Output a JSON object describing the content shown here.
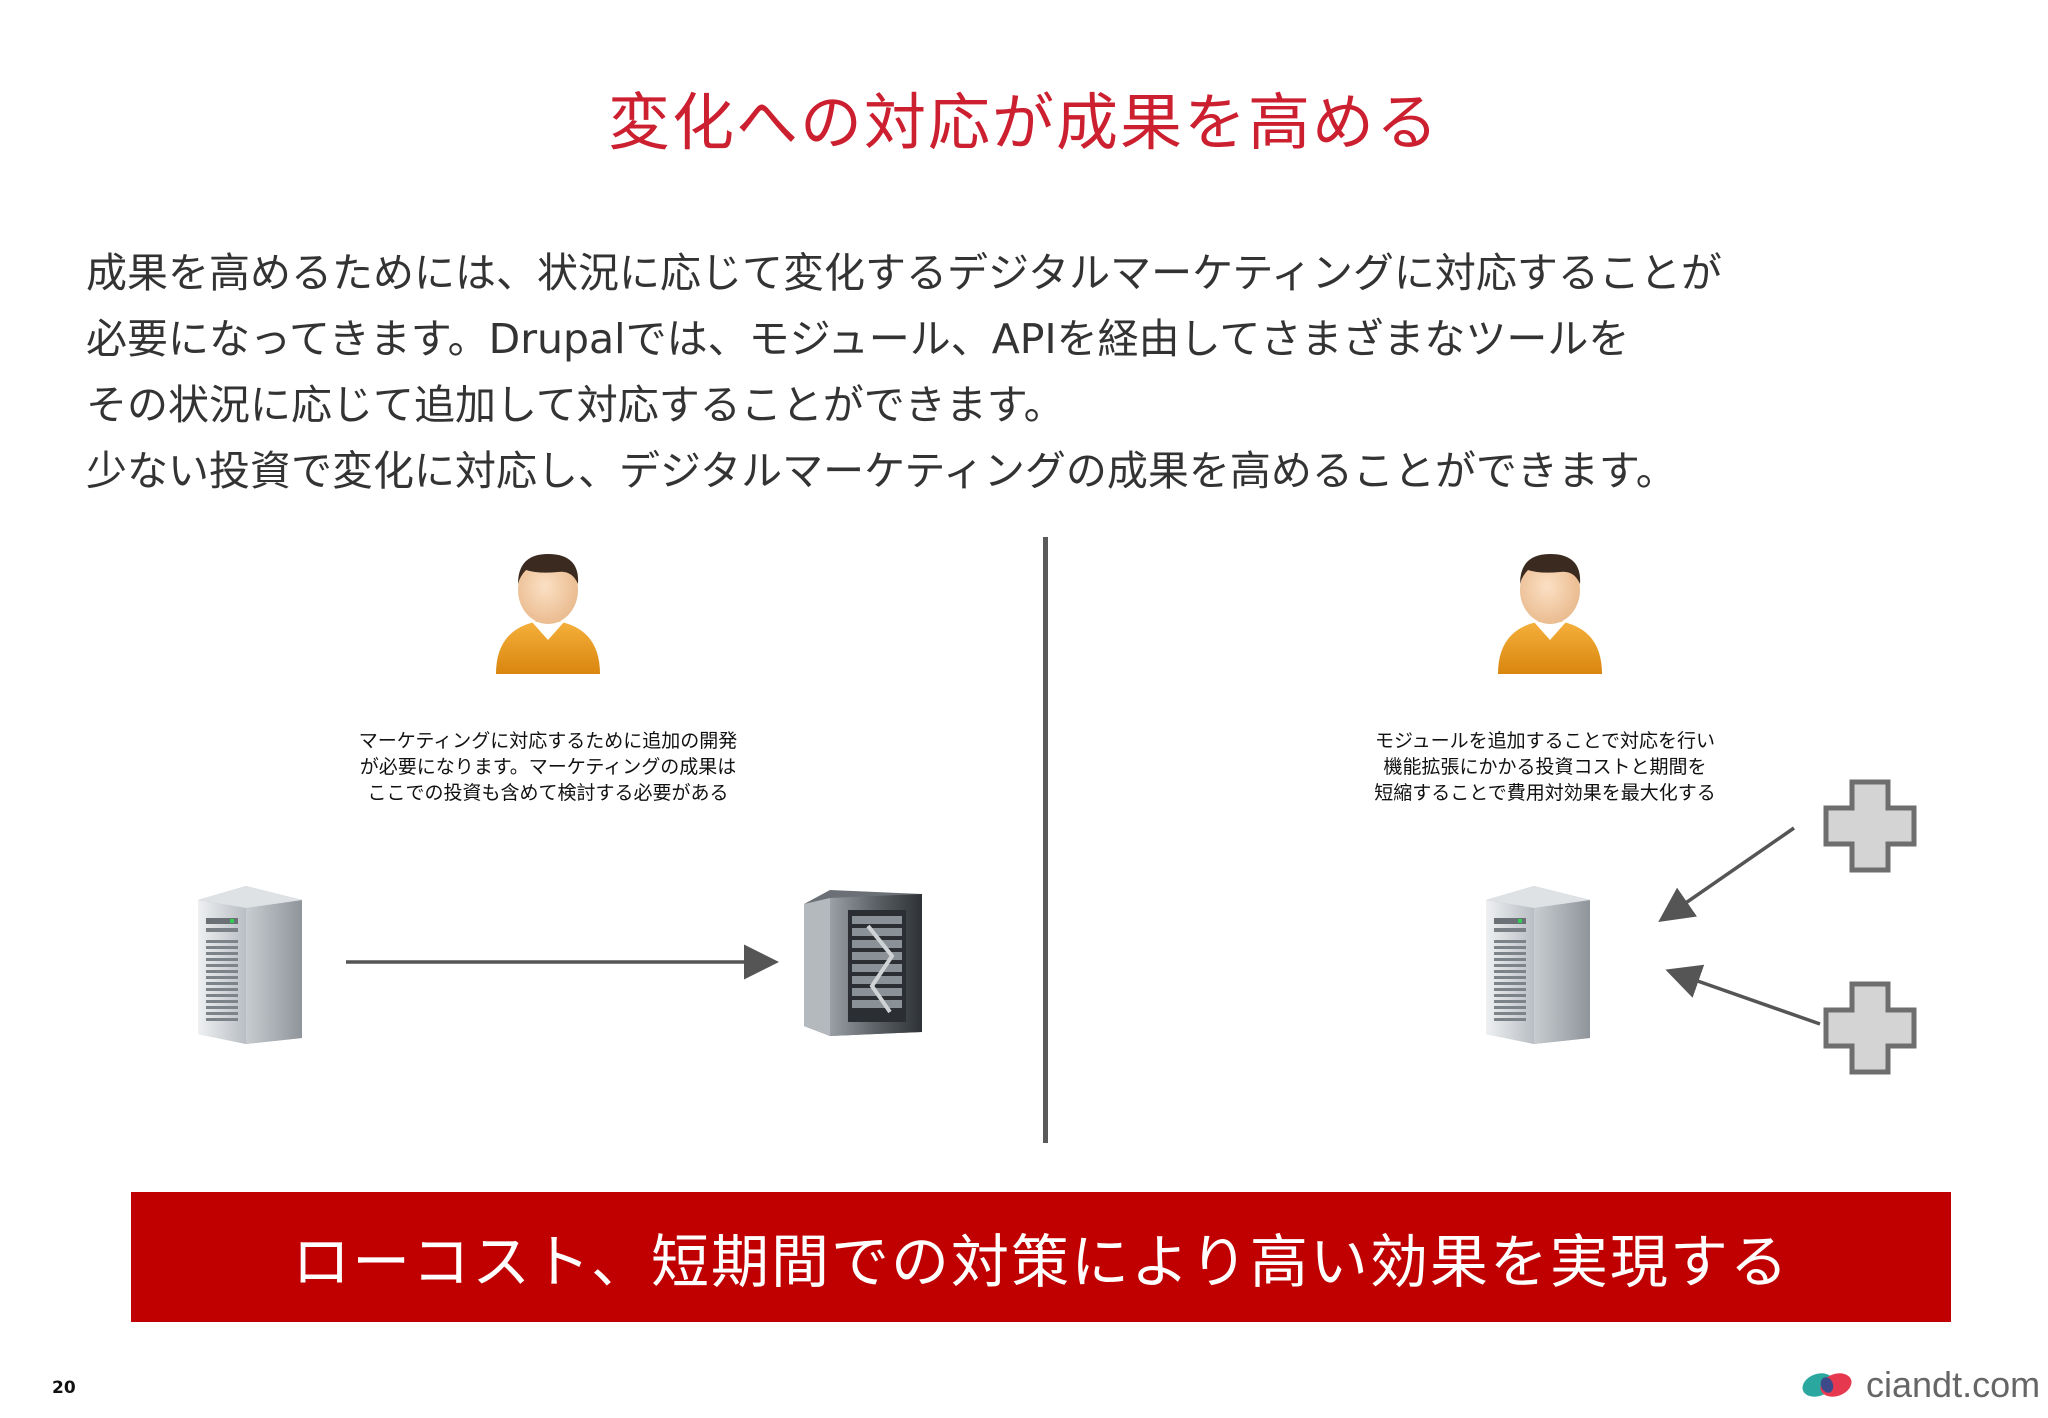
{
  "title": "変化への対応が成果を高める",
  "body_lines": [
    "成果を高めるためには、状況に応じて変化するデジタルマーケティングに対応することが",
    "必要になってきます。Drupalでは、モジュール、APIを経由してさまざまなツールを",
    "その状況に応じて追加して対応することができます。",
    "少ない投資で変化に対応し、デジタルマーケティングの成果を高めることができます。"
  ],
  "left_caption": [
    "マーケティングに対応するために追加の開発",
    "が必要になります。マーケティングの成果は",
    "ここでの投資も含めて検討する必要がある"
  ],
  "right_caption": [
    "モジュールを追加することで対応を行い",
    "機能拡張にかかる投資コストと期間を",
    "短縮することで費用対効果を最大化する"
  ],
  "banner": "ローコスト、短期間での対策により高い効果を実現する",
  "page_number": "20",
  "logo_text": "ciandt.com",
  "colors": {
    "title": "#cc2030",
    "banner_bg": "#c00000",
    "banner_text": "#ffffff"
  },
  "icons": [
    "person-icon",
    "server-icon",
    "server-tower-icon",
    "plus-module-icon",
    "arrow-icon",
    "ciandt-logo-icon"
  ]
}
